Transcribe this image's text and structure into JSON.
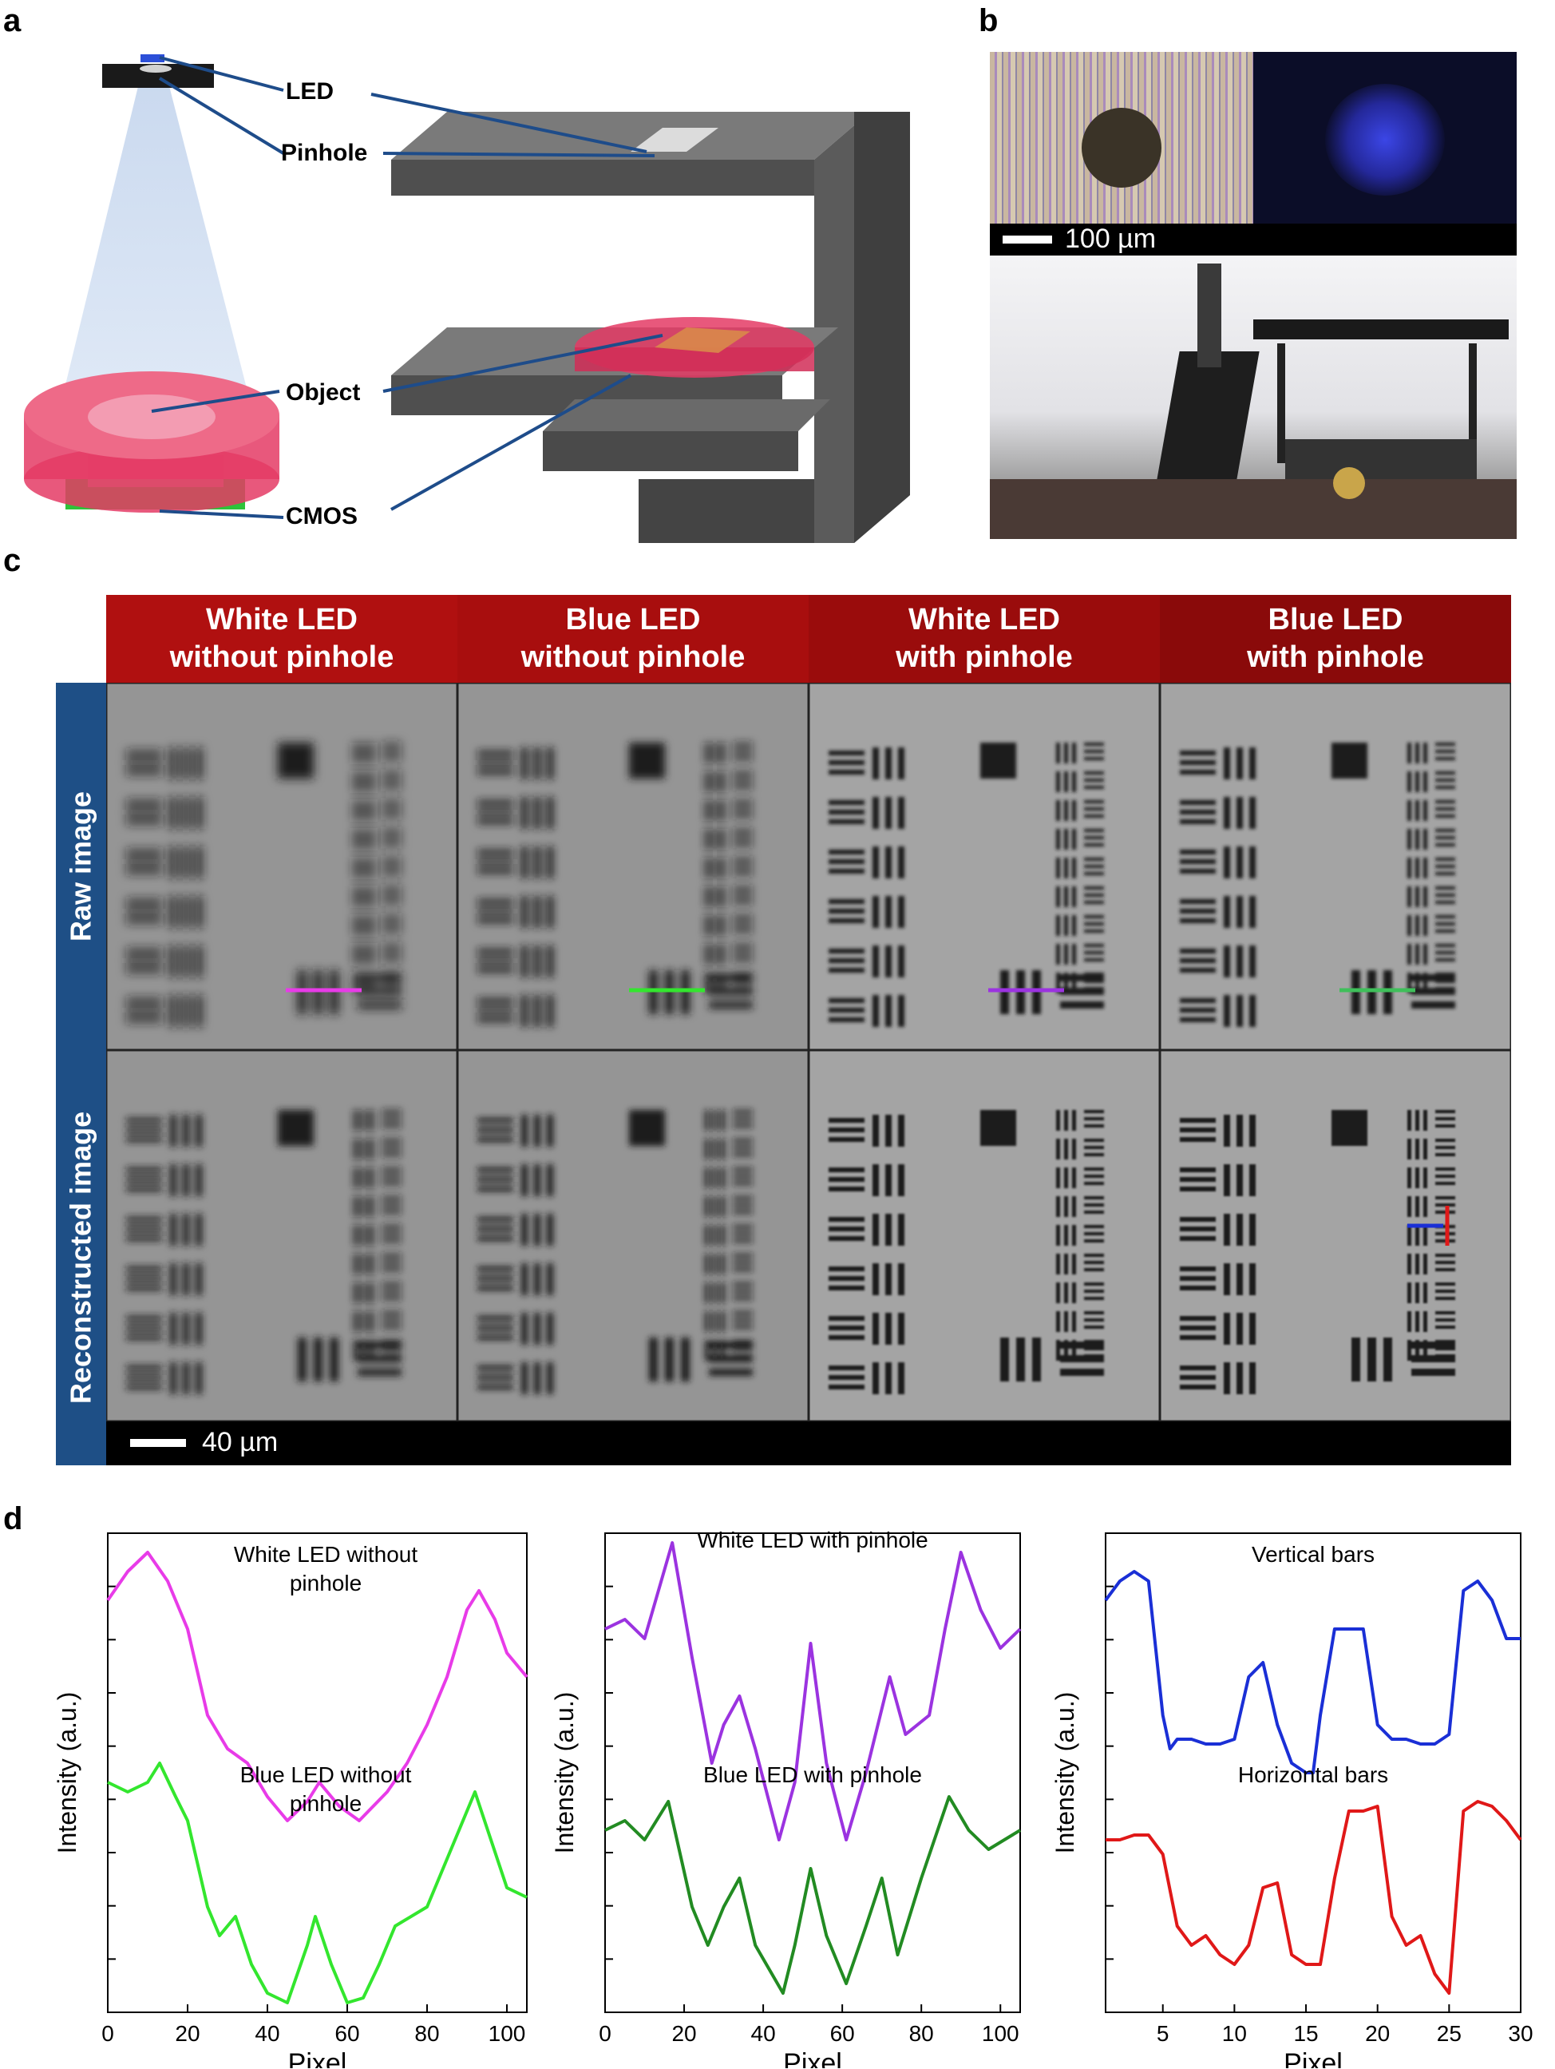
{
  "panels": {
    "a": "a",
    "b": "b",
    "c": "c",
    "d": "d"
  },
  "panel_a": {
    "led": "LED",
    "pinhole": "Pinhole",
    "object": "Object",
    "cmos": "CMOS"
  },
  "panel_b": {
    "scale": "100 µm"
  },
  "panel_c": {
    "columns": [
      "White LED\nwithout pinhole",
      "Blue LED\nwithout pinhole",
      "White LED\nwith pinhole",
      "Blue LED\nwith pinhole"
    ],
    "rows": [
      "Raw image",
      "Reconstructed image"
    ],
    "scale": "40 µm",
    "colors": {
      "header": [
        "#b01010",
        "#a80e0e",
        "#9a0c0c",
        "#8a0a0a"
      ],
      "row_header": "#1e4f86"
    }
  },
  "chart_data": [
    {
      "type": "line",
      "xlabel": "Pixel",
      "ylabel": "Intensity (a.u.)",
      "xlim": [
        0,
        105
      ],
      "xticks": [
        0,
        20,
        40,
        60,
        80,
        100
      ],
      "series": [
        {
          "name": "White LED without pinhole",
          "color": "#e83be8",
          "x": [
            0,
            5,
            10,
            15,
            20,
            25,
            30,
            35,
            40,
            45,
            50,
            53,
            58,
            63,
            70,
            75,
            80,
            85,
            90,
            93,
            97,
            100,
            105
          ],
          "y": [
            0.86,
            0.92,
            0.96,
            0.9,
            0.8,
            0.62,
            0.55,
            0.52,
            0.45,
            0.4,
            0.44,
            0.48,
            0.43,
            0.4,
            0.46,
            0.52,
            0.6,
            0.7,
            0.84,
            0.88,
            0.82,
            0.75,
            0.7
          ]
        },
        {
          "name": "Blue LED without pinhole",
          "color": "#33e62e",
          "x": [
            0,
            5,
            10,
            13,
            17,
            20,
            25,
            28,
            32,
            36,
            40,
            45,
            50,
            52,
            56,
            60,
            64,
            68,
            72,
            80,
            88,
            92,
            96,
            100,
            105
          ],
          "y": [
            0.48,
            0.46,
            0.48,
            0.52,
            0.45,
            0.4,
            0.22,
            0.16,
            0.2,
            0.1,
            0.04,
            0.02,
            0.14,
            0.2,
            0.1,
            0.02,
            0.03,
            0.1,
            0.18,
            0.22,
            0.38,
            0.46,
            0.36,
            0.26,
            0.24
          ]
        }
      ]
    },
    {
      "type": "line",
      "xlabel": "Pixel",
      "ylabel": "Intensity (a.u.)",
      "xlim": [
        0,
        105
      ],
      "xticks": [
        0,
        20,
        40,
        60,
        80,
        100
      ],
      "series": [
        {
          "name": "White LED with pinhole",
          "color": "#9b33e0",
          "x": [
            0,
            5,
            10,
            17,
            22,
            27,
            30,
            34,
            38,
            44,
            48,
            52,
            56,
            61,
            66,
            72,
            76,
            82,
            86,
            90,
            95,
            100,
            105
          ],
          "y": [
            0.8,
            0.82,
            0.78,
            0.98,
            0.74,
            0.52,
            0.6,
            0.66,
            0.55,
            0.36,
            0.48,
            0.77,
            0.52,
            0.36,
            0.5,
            0.7,
            0.58,
            0.62,
            0.8,
            0.96,
            0.84,
            0.76,
            0.8
          ]
        },
        {
          "name": "Blue LED with pinhole",
          "color": "#228b22",
          "x": [
            0,
            5,
            10,
            16,
            22,
            26,
            30,
            34,
            38,
            45,
            48,
            52,
            56,
            61,
            66,
            70,
            74,
            80,
            87,
            92,
            97,
            101,
            105
          ],
          "y": [
            0.38,
            0.4,
            0.36,
            0.44,
            0.22,
            0.14,
            0.22,
            0.28,
            0.14,
            0.04,
            0.14,
            0.3,
            0.16,
            0.06,
            0.18,
            0.28,
            0.12,
            0.28,
            0.45,
            0.38,
            0.34,
            0.36,
            0.38
          ]
        }
      ]
    },
    {
      "type": "line",
      "xlabel": "Pixel",
      "ylabel": "Intensity (a.u.)",
      "xlim": [
        1,
        30
      ],
      "xticks": [
        5,
        10,
        15,
        20,
        25,
        30
      ],
      "series": [
        {
          "name": "Vertical bars",
          "color": "#1a2fd6",
          "x": [
            1,
            2,
            3,
            4,
            5,
            5.5,
            6,
            7,
            8,
            9,
            10,
            11,
            12,
            13,
            14,
            15,
            15.5,
            16,
            17,
            18,
            19,
            20,
            21,
            22,
            23,
            24,
            25,
            26,
            27,
            28,
            29,
            30
          ],
          "y": [
            0.86,
            0.9,
            0.92,
            0.9,
            0.62,
            0.55,
            0.57,
            0.57,
            0.56,
            0.56,
            0.57,
            0.7,
            0.73,
            0.6,
            0.52,
            0.5,
            0.5,
            0.62,
            0.8,
            0.8,
            0.8,
            0.6,
            0.57,
            0.57,
            0.56,
            0.56,
            0.58,
            0.88,
            0.9,
            0.86,
            0.78,
            0.78
          ]
        },
        {
          "name": "Horizontal bars",
          "color": "#e01818",
          "x": [
            1,
            2,
            3,
            4,
            5,
            6,
            7,
            8,
            9,
            10,
            11,
            12,
            13,
            14,
            15,
            16,
            17,
            18,
            19,
            20,
            21,
            22,
            23,
            24,
            25,
            26,
            27,
            28,
            29,
            30
          ],
          "y": [
            0.36,
            0.36,
            0.37,
            0.37,
            0.33,
            0.18,
            0.14,
            0.16,
            0.12,
            0.1,
            0.14,
            0.26,
            0.27,
            0.12,
            0.1,
            0.1,
            0.28,
            0.42,
            0.42,
            0.43,
            0.2,
            0.14,
            0.16,
            0.08,
            0.04,
            0.42,
            0.44,
            0.43,
            0.4,
            0.36
          ]
        }
      ]
    }
  ]
}
